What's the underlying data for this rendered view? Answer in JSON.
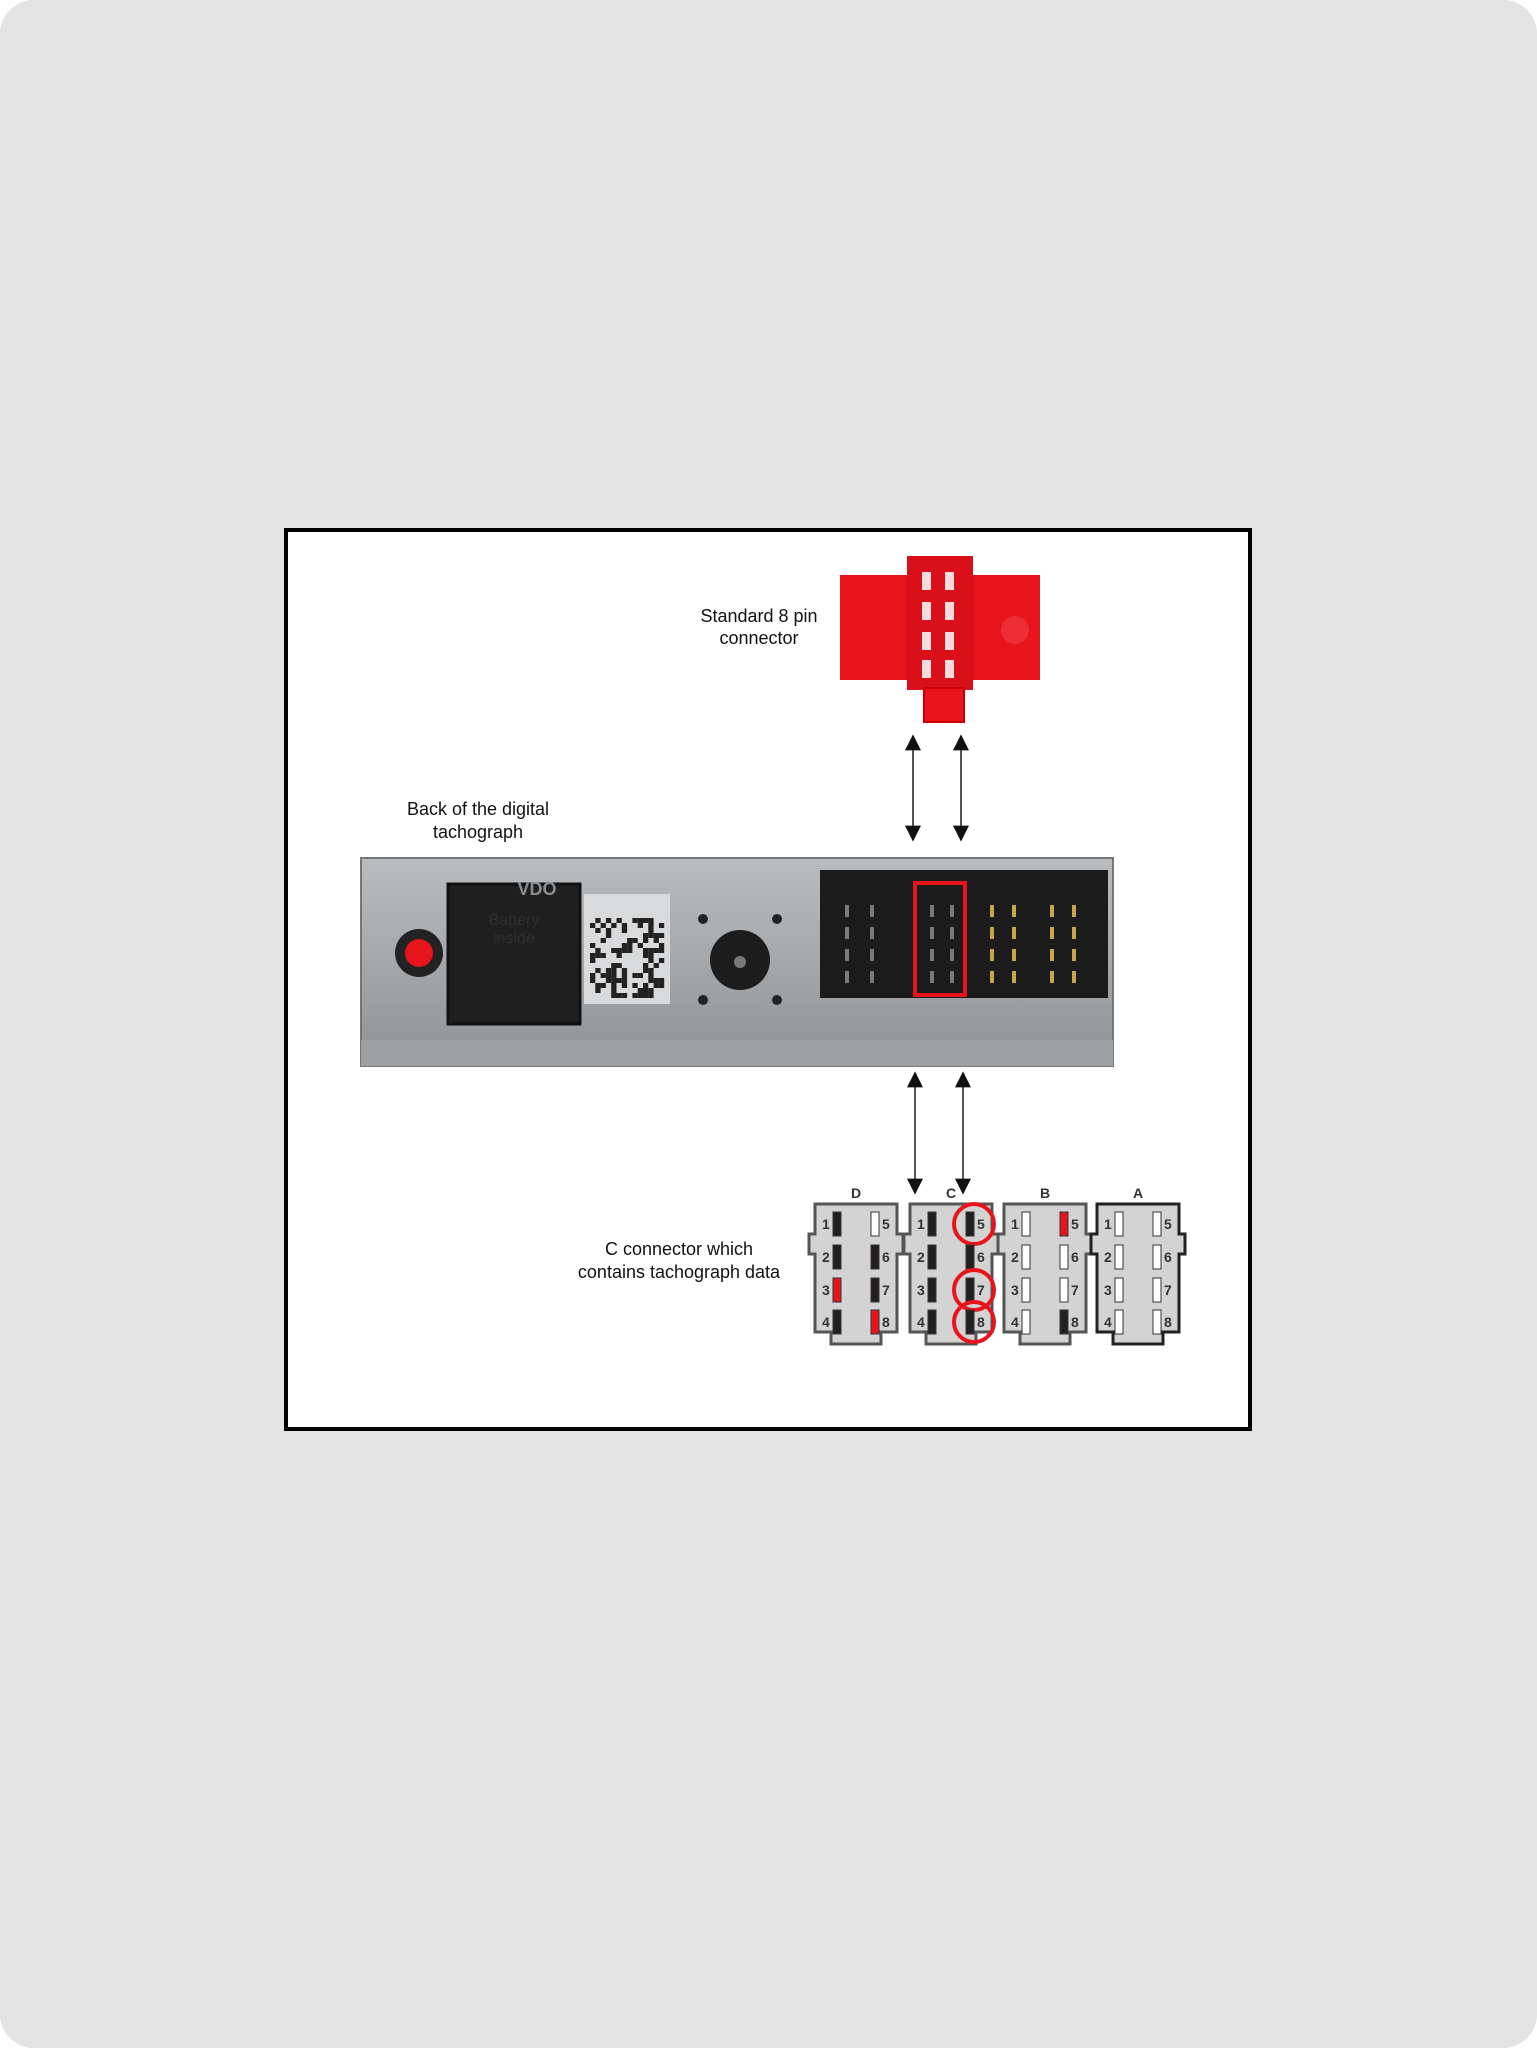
{
  "diagram": {
    "labels": {
      "standard_connector": [
        "Standard 8 pin",
        "connector"
      ],
      "tachograph_back": [
        "Back of the digital",
        "tachograph"
      ],
      "c_connector": [
        "C connector which",
        "contains tachograph data"
      ]
    },
    "device_text": {
      "battery": [
        "Battery",
        "inside"
      ],
      "logo": "VDO"
    },
    "connector_blocks": [
      {
        "letter": "D",
        "pins": {
          "1": "black",
          "2": "black",
          "3": "red",
          "4": "black",
          "5": "white",
          "6": "black",
          "7": "black",
          "8": "red"
        },
        "circled": [],
        "border": "#555555"
      },
      {
        "letter": "C",
        "pins": {
          "1": "black",
          "2": "black",
          "3": "black",
          "4": "black",
          "5": "black",
          "6": "black",
          "7": "black",
          "8": "black"
        },
        "circled": [
          5,
          7,
          8
        ],
        "border": "#555555"
      },
      {
        "letter": "B",
        "pins": {
          "1": "white",
          "2": "white",
          "3": "white",
          "4": "white",
          "5": "red",
          "6": "white",
          "7": "white",
          "8": "black"
        },
        "circled": [],
        "border": "#555555"
      },
      {
        "letter": "A",
        "pins": {
          "1": "white",
          "2": "white",
          "3": "white",
          "4": "white",
          "5": "white",
          "6": "white",
          "7": "white",
          "8": "white"
        },
        "circled": [],
        "border": "#222222"
      }
    ],
    "colors": {
      "highlight": "#e8141c",
      "connector_red": "#e8141c",
      "pin_black": "#231f20",
      "pin_red": "#e8141c",
      "block_fill": "#d3d3d3"
    }
  }
}
